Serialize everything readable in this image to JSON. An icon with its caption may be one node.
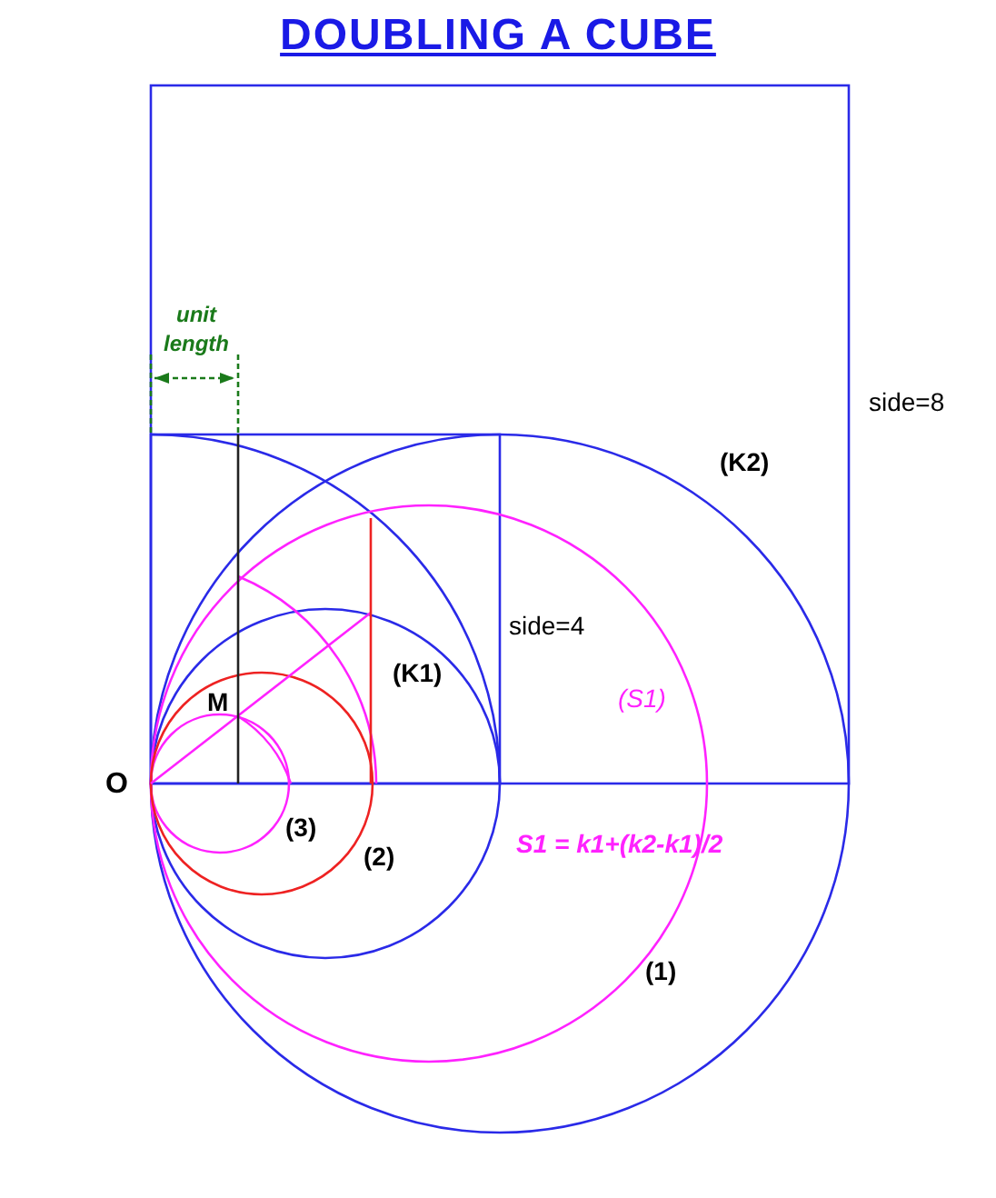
{
  "diagram": {
    "title": "DOUBLING A CUBE",
    "labels": [
      "unit length",
      "side=8",
      "(K2)",
      "side=4",
      "M",
      "(K1)",
      "(S1)",
      "O",
      "(3)",
      "(2)",
      "S1  = k1+(k2-k1)/2",
      "(1)"
    ]
  }
}
